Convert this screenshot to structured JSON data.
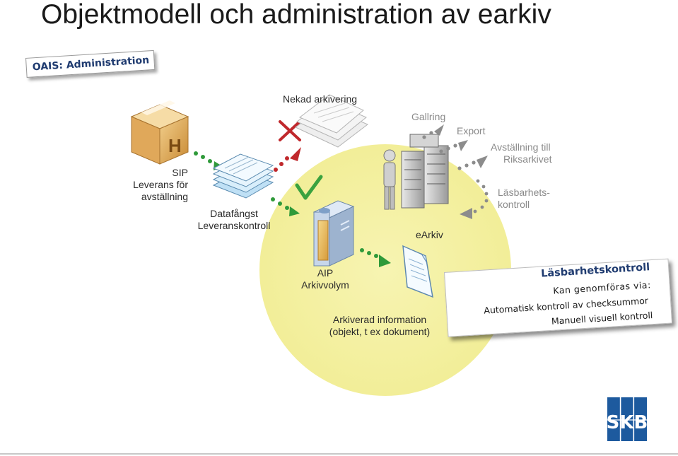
{
  "slide": {
    "title": "Objektmodell och administration av earkiv"
  },
  "oais_tag": {
    "label": "OAIS: Administration"
  },
  "diagram": {
    "sip_label_1": "SIP",
    "sip_label_2": "Leverans för",
    "sip_label_3": "avställning",
    "rejected_label": "Nekad arkivering",
    "capture_label_1": "Datafångst",
    "capture_label_2": "Leveranskontroll",
    "aip_label_1": "AIP",
    "aip_label_2": "Arkivvolym",
    "earkiv_label": "eArkiv",
    "gallring_label": "Gallring",
    "export_label": "Export",
    "riksarkivet_label_1": "Avställning till",
    "riksarkivet_label_2": "Riksarkivet",
    "readability_label_1": "Läsbarhets-",
    "readability_label_2": "kontroll",
    "archived_label_1": "Arkiverad information",
    "archived_label_2": "(objekt, t ex dokument)"
  },
  "note": {
    "title": "Läsbarhetskontroll",
    "line1": "Kan genomföras via:",
    "line2": "Automatisk kontroll av checksummor",
    "line3": "Manuell visuell kontroll"
  },
  "logo": {
    "text": "SKB"
  },
  "colors": {
    "highlight_circle": "#f6f3a6",
    "arrow_green": "#2f9a3a",
    "arrow_red": "#c0282c",
    "arrow_gray": "#8c8c8c",
    "logo_blue": "#1d5a9e",
    "title_blue": "#1f3b70"
  }
}
